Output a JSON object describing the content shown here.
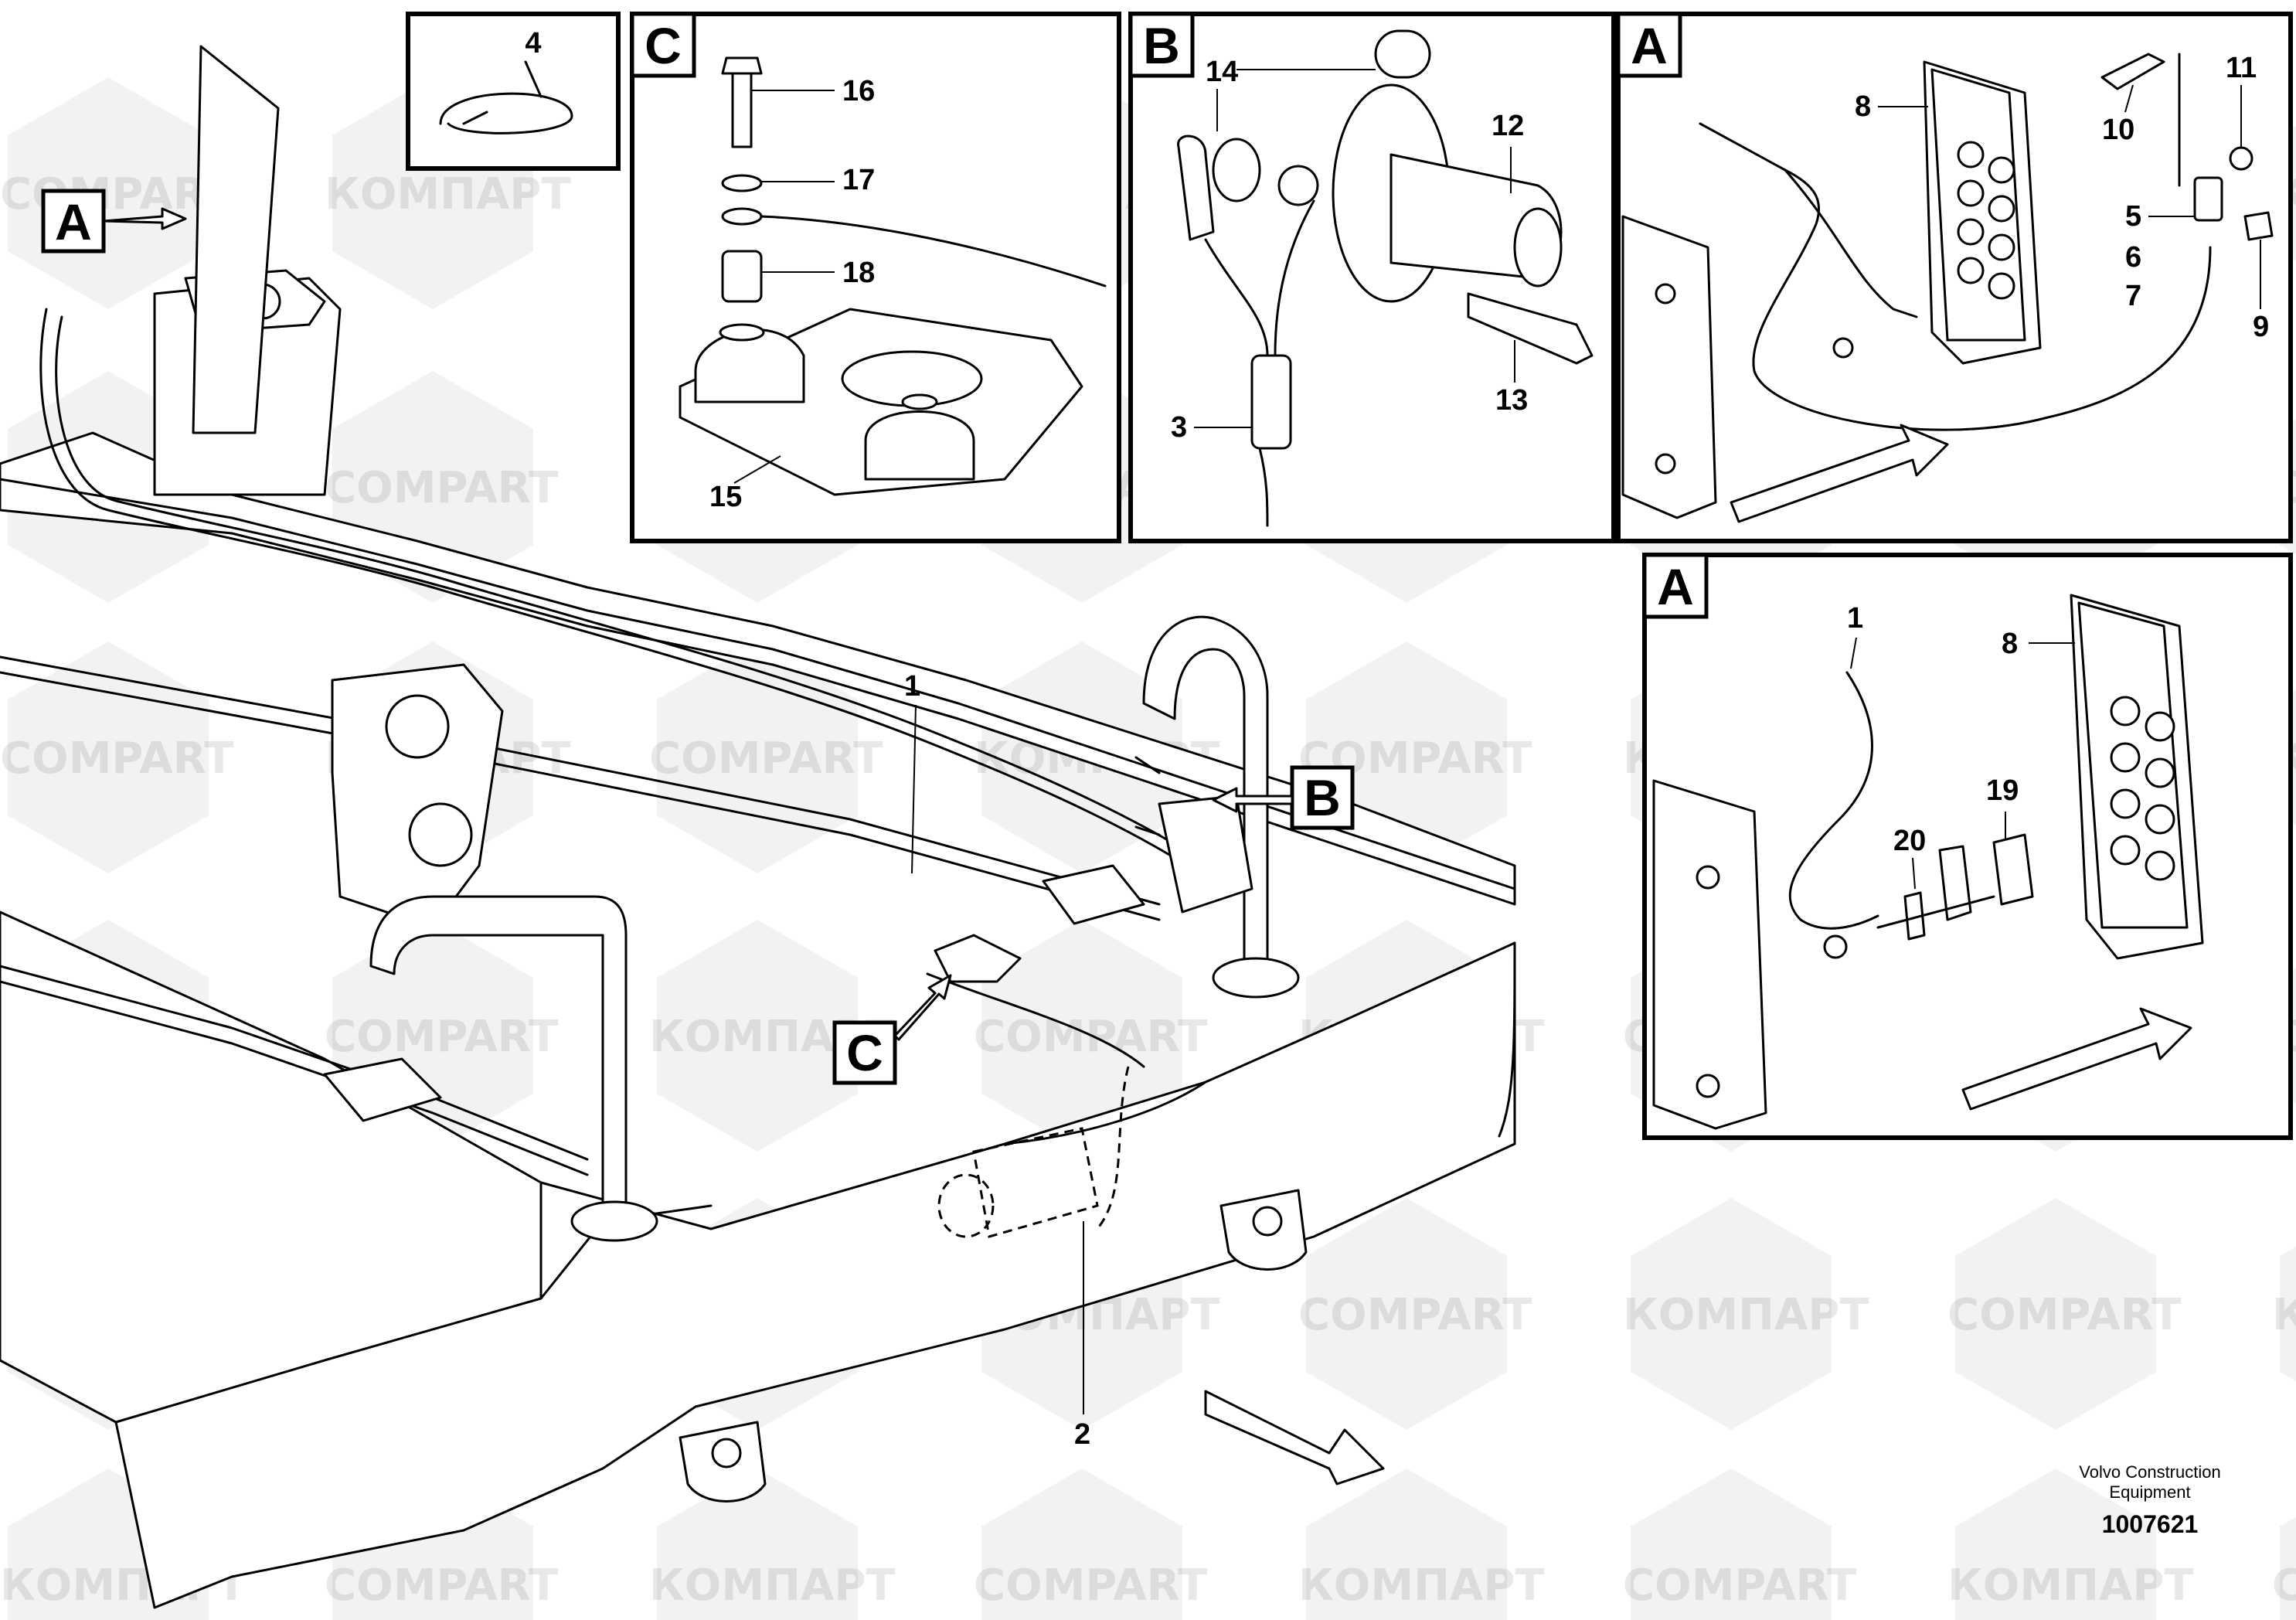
{
  "watermark": {
    "latin": "COMPART",
    "cyrillic": "КОМПАРТ"
  },
  "detail_letters": {
    "a": "A",
    "b": "B",
    "c": "C"
  },
  "callouts": {
    "n1": "1",
    "n2": "2",
    "n3": "3",
    "n4": "4",
    "n5": "5",
    "n6": "6",
    "n7": "7",
    "n8": "8",
    "n9": "9",
    "n10": "10",
    "n11": "11",
    "n12": "12",
    "n13": "13",
    "n14": "14",
    "n15": "15",
    "n16": "16",
    "n17": "17",
    "n18": "18",
    "n19": "19",
    "n20": "20"
  },
  "caption": {
    "line1": "Volvo Construction",
    "line2": "Equipment",
    "doc_id": "1007621"
  }
}
